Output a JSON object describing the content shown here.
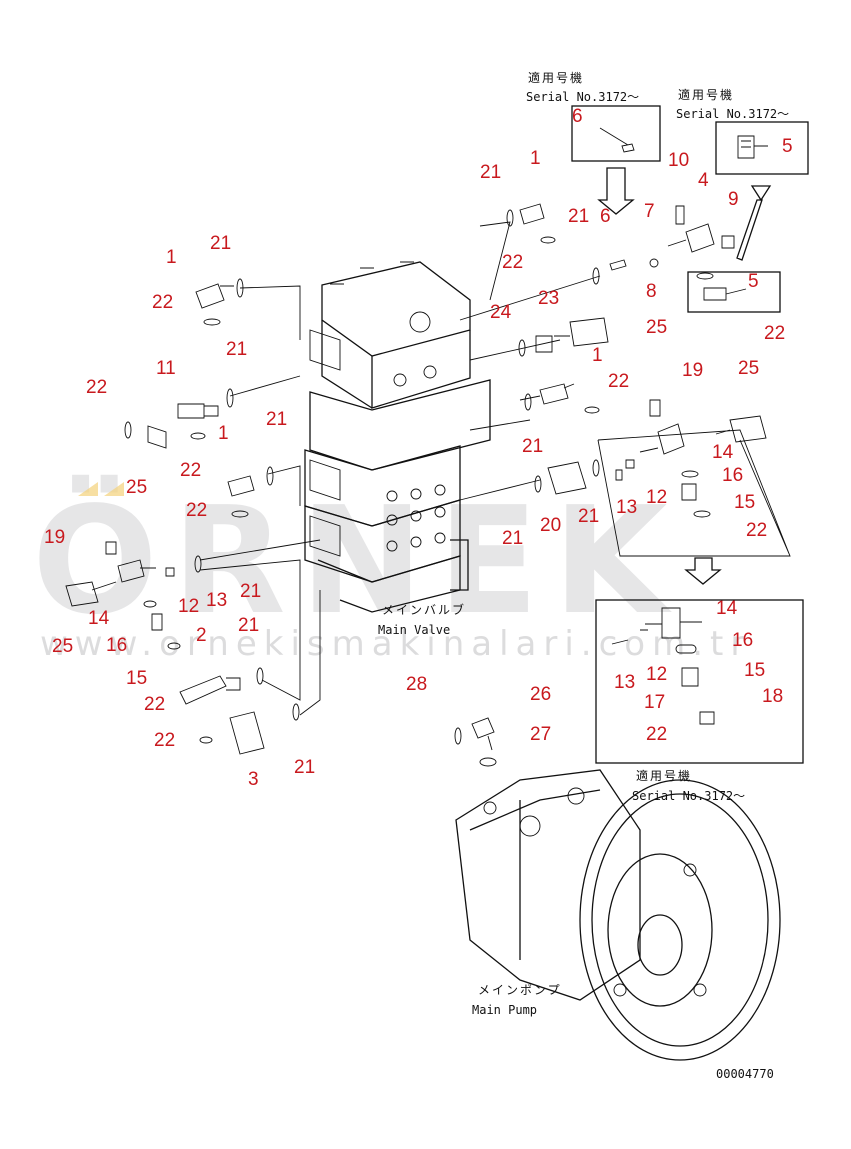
{
  "labels": {
    "serial_jp": "適用号機",
    "serial_en": "Serial No.3172～",
    "main_valve_jp": "メインバルブ",
    "main_valve_en": "Main Valve",
    "main_pump_jp": "メインポンプ",
    "main_pump_en": "Main Pump",
    "drawing_number": "00004770"
  },
  "watermark": {
    "brand": "ÖRNEK",
    "url": "www.ornekismakinalari.com.tr"
  },
  "callouts": {
    "inset_a": [
      "6",
      "10"
    ],
    "inset_b": [
      "5"
    ],
    "inset_c": [
      "5",
      "22"
    ],
    "inset_d": [
      "14",
      "16",
      "15",
      "18",
      "17",
      "22",
      "12",
      "13"
    ],
    "upper": [
      "21",
      "1",
      "21",
      "6",
      "7",
      "4",
      "9",
      "22",
      "23",
      "8",
      "24",
      "25",
      "1",
      "22",
      "19",
      "25",
      "14",
      "16",
      "15",
      "22",
      "13",
      "12",
      "21",
      "20",
      "21"
    ],
    "left": [
      "21",
      "1",
      "22",
      "21",
      "11",
      "22",
      "22",
      "25",
      "21",
      "1",
      "22",
      "19",
      "14",
      "12",
      "13",
      "21",
      "25",
      "16",
      "15",
      "22",
      "2",
      "21",
      "22",
      "3",
      "21"
    ],
    "pump": [
      "28",
      "26",
      "27"
    ]
  },
  "colors": {
    "callout": "#c8191e",
    "line": "#111111",
    "watermark": "#d2d2d4",
    "accent": "#f0c040"
  }
}
